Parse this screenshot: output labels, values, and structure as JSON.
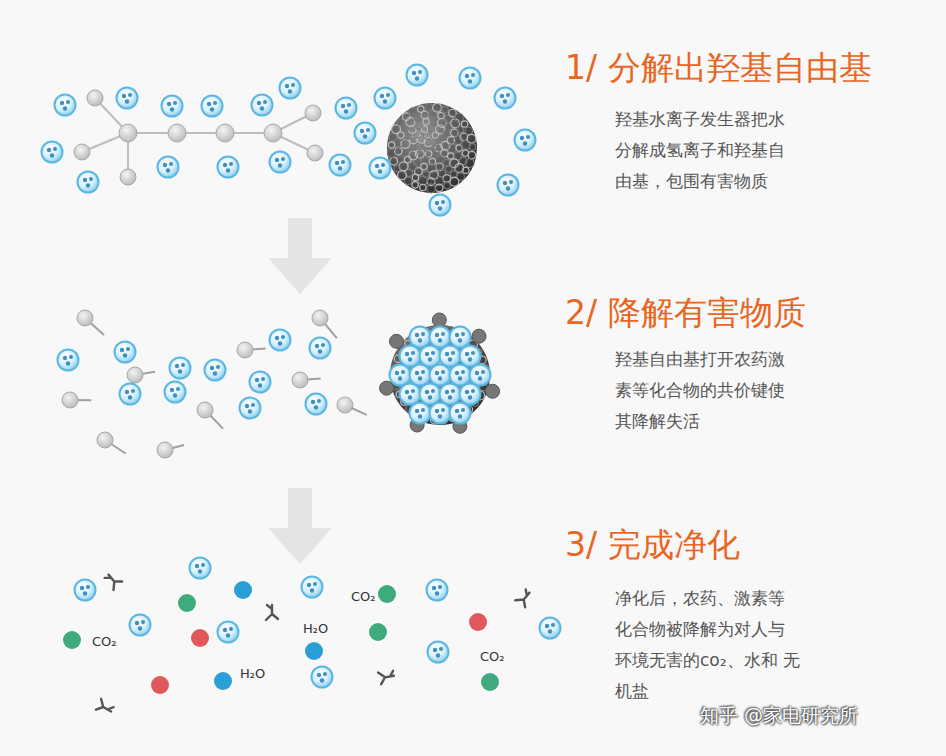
{
  "diagram": {
    "labels": [
      "1/ 分解出羟基自由基",
      "羟基水离子发生器把水 分解成氢离子和羟基自 由基，包围有害物质",
      "2/ 降解有害物质",
      "羟基自由基打开农药激 素等化合物的共价键使 其降解失活",
      "3/ 完成净化",
      "净化后，农药、激素等 化合物被降解为对人与 环境无害的co₂、水和 无机盐",
      "CO₂",
      "H₂O",
      "CO₂",
      "CO₂",
      "H₂O",
      "知乎 @家电研究所"
    ]
  }
}
